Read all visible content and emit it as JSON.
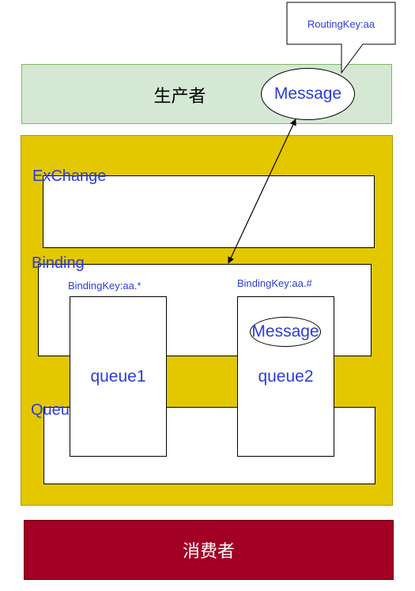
{
  "producer": {
    "label": "生产者"
  },
  "routing_callout": {
    "text": "RoutingKey:aa"
  },
  "producer_message": {
    "text": "Message"
  },
  "exchange": {
    "label": "ExChange"
  },
  "binding": {
    "label": "Binding"
  },
  "queue_area": {
    "label": "Queue"
  },
  "queue1": {
    "binding_key": "BindingKey:aa.*",
    "label": "queue1"
  },
  "queue2": {
    "binding_key": "BindingKey:aa.#",
    "label": "queue2",
    "message": "Message"
  },
  "consumer": {
    "label": "消费者"
  },
  "colors": {
    "producer_fill": "#d5e8d4",
    "broker_fill": "#e3c800",
    "consumer_fill": "#a20025",
    "label_blue": "#2b3bdc"
  }
}
